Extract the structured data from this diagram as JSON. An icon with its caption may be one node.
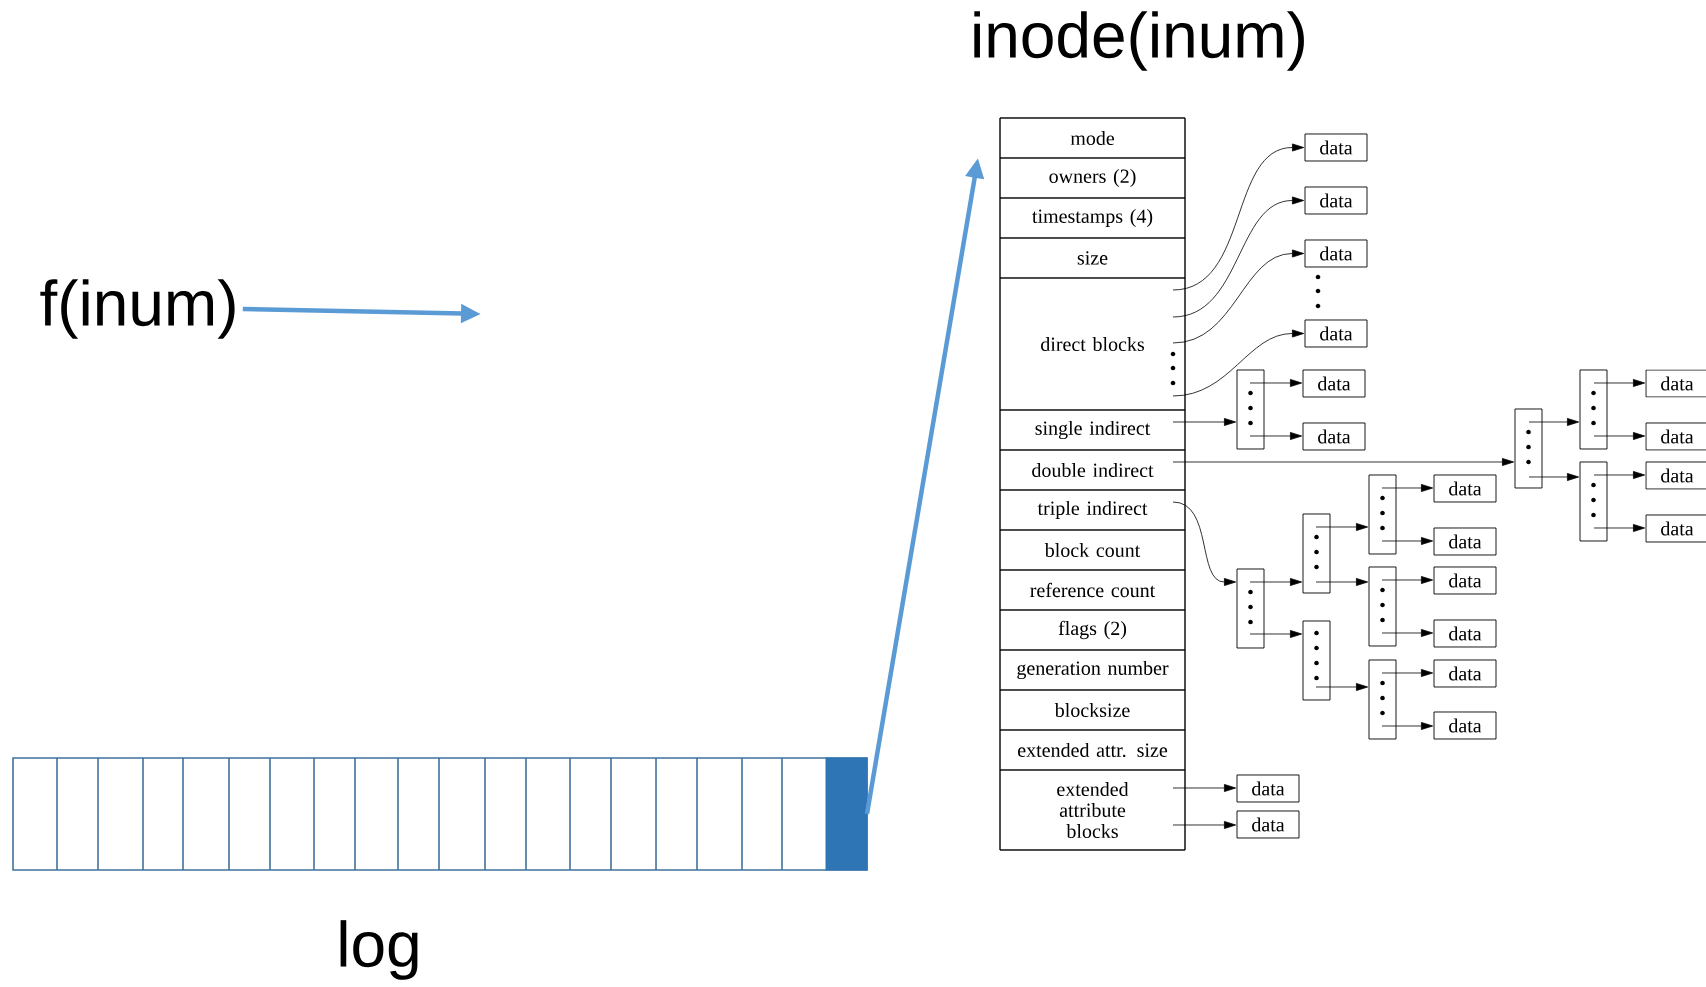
{
  "diagram": {
    "nodes": [
      {
        "text": [
          "f(inum)"
        ]
      },
      {
        "text": [
          "log"
        ]
      },
      {
        "text": [],
        "shape": "box",
        "in": 1
      },
      {
        "text": [
          "inode(inum)"
        ]
      },
      {
        "text": [
          "mode"
        ],
        "in": 3
      },
      {
        "text": [
          "owners (2)"
        ],
        "in": 3
      },
      {
        "text": [
          "timestamps (4)"
        ],
        "in": 3
      },
      {
        "text": [
          "size"
        ],
        "in": 3
      },
      {
        "text": [
          "direct blocks"
        ],
        "in": 3
      },
      {
        "text": [
          "single indirect"
        ],
        "in": 3
      },
      {
        "text": [
          "double indirect"
        ],
        "in": 3
      },
      {
        "text": [
          "triple indirect"
        ],
        "in": 3
      },
      {
        "text": [
          "block count"
        ],
        "in": 3
      },
      {
        "text": [
          "reference count"
        ],
        "in": 3
      },
      {
        "text": [
          "flags (2)"
        ],
        "in": 3
      },
      {
        "text": [
          "generation number"
        ],
        "in": 3
      },
      {
        "text": [
          "blocksize"
        ],
        "in": 3
      },
      {
        "text": [
          "extended attr. size"
        ],
        "in": 3
      },
      {
        "text": [
          "extended attribute blocks"
        ],
        "in": 3
      },
      {
        "text": [
          "data"
        ]
      },
      {
        "text": [
          "data"
        ]
      },
      {
        "text": [
          "data"
        ]
      },
      {
        "text": [
          "data"
        ]
      },
      {
        "text": [],
        "shape": "box"
      },
      {
        "text": [
          "data"
        ]
      },
      {
        "text": [
          "data"
        ]
      },
      {
        "text": [],
        "shape": "box"
      },
      {
        "text": [],
        "shape": "box"
      },
      {
        "text": [],
        "shape": "box"
      },
      {
        "text": [
          "data"
        ]
      },
      {
        "text": [
          "data"
        ]
      },
      {
        "text": [
          "data"
        ]
      },
      {
        "text": [
          "data"
        ]
      },
      {
        "text": [],
        "shape": "box"
      },
      {
        "text": [],
        "shape": "box"
      },
      {
        "text": [],
        "shape": "box"
      },
      {
        "text": [],
        "shape": "box"
      },
      {
        "text": [],
        "shape": "box"
      },
      {
        "text": [],
        "shape": "box"
      },
      {
        "text": [
          "data"
        ]
      },
      {
        "text": [
          "data"
        ]
      },
      {
        "text": [
          "data"
        ]
      },
      {
        "text": [
          "data"
        ]
      },
      {
        "text": [
          "data"
        ]
      },
      {
        "text": [
          "data"
        ]
      },
      {
        "text": [
          "data"
        ]
      },
      {
        "text": [
          "data"
        ]
      }
    ],
    "edges": [
      {
        "from": 0,
        "to": null,
        "arrow": "to",
        "style": "thick",
        "color": "#5b9bd5"
      },
      {
        "from": 2,
        "to": 4,
        "arrow": "to",
        "style": "thick",
        "color": "#5b9bd5"
      },
      {
        "from": 8,
        "to": 19,
        "arrow": "to"
      },
      {
        "from": 8,
        "to": 20,
        "arrow": "to"
      },
      {
        "from": 8,
        "to": 21,
        "arrow": "to"
      },
      {
        "from": 8,
        "to": 22,
        "arrow": "to"
      },
      {
        "from": 9,
        "to": 23,
        "arrow": "to"
      },
      {
        "from": 23,
        "to": 24,
        "arrow": "to"
      },
      {
        "from": 23,
        "to": 25,
        "arrow": "to"
      },
      {
        "from": 10,
        "to": 26,
        "arrow": "to"
      },
      {
        "from": 26,
        "to": 27,
        "arrow": "to"
      },
      {
        "from": 26,
        "to": 28,
        "arrow": "to"
      },
      {
        "from": 27,
        "to": 29,
        "arrow": "to"
      },
      {
        "from": 27,
        "to": 30,
        "arrow": "to"
      },
      {
        "from": 28,
        "to": 31,
        "arrow": "to"
      },
      {
        "from": 28,
        "to": 32,
        "arrow": "to"
      },
      {
        "from": 11,
        "to": 33,
        "arrow": "to"
      },
      {
        "from": 33,
        "to": 34,
        "arrow": "to"
      },
      {
        "from": 33,
        "to": 35,
        "arrow": "to"
      },
      {
        "from": 34,
        "to": 36,
        "arrow": "to"
      },
      {
        "from": 34,
        "to": 37,
        "arrow": "to"
      },
      {
        "from": 35,
        "to": 38,
        "arrow": "to"
      },
      {
        "from": 36,
        "to": 39,
        "arrow": "to"
      },
      {
        "from": 36,
        "to": 40,
        "arrow": "to"
      },
      {
        "from": 37,
        "to": 41,
        "arrow": "to"
      },
      {
        "from": 37,
        "to": 42,
        "arrow": "to"
      },
      {
        "from": 38,
        "to": 43,
        "arrow": "to"
      },
      {
        "from": 38,
        "to": 44,
        "arrow": "to"
      },
      {
        "from": 18,
        "to": 45,
        "arrow": "to"
      },
      {
        "from": 18,
        "to": 46,
        "arrow": "to"
      }
    ]
  }
}
